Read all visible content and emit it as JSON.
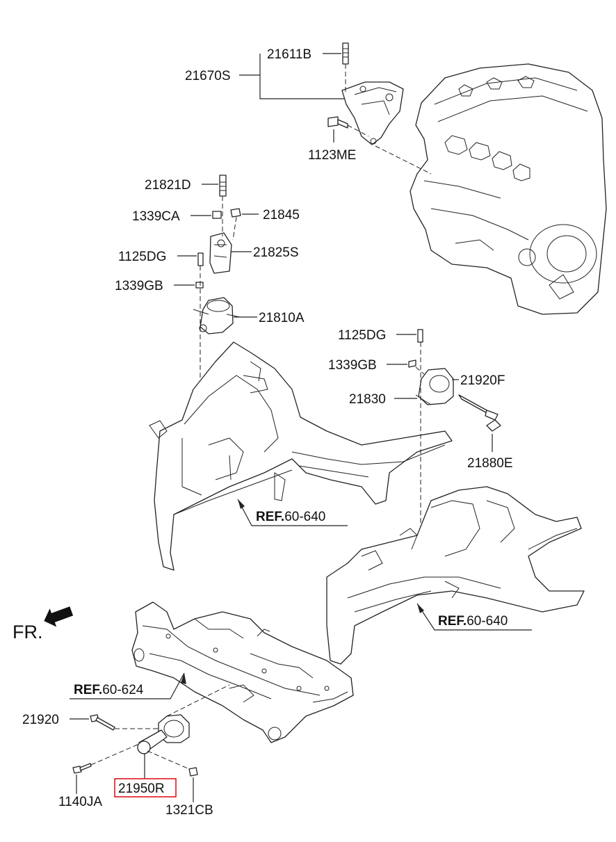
{
  "labels": {
    "p21611B": "21611B",
    "p21670S": "21670S",
    "p1123ME": "1123ME",
    "p21821D": "21821D",
    "p1339CA": "1339CA",
    "p21845": "21845",
    "p1125DG_a": "1125DG",
    "p21825S": "21825S",
    "p1339GB_a": "1339GB",
    "p21810A": "21810A",
    "p1125DG_b": "1125DG",
    "p1339GB_b": "1339GB",
    "p21920F": "21920F",
    "p21830": "21830",
    "p21880E": "21880E",
    "p21920": "21920",
    "p1140JA": "1140JA",
    "p21950R": "21950R",
    "p1321CB": "1321CB"
  },
  "refs": [
    {
      "bold": "REF.",
      "num": "60-640"
    },
    {
      "bold": "REF.",
      "num": "60-640"
    },
    {
      "bold": "REF.",
      "num": "60-624"
    }
  ],
  "front": "FR.",
  "highlight_color": "#e0141e"
}
